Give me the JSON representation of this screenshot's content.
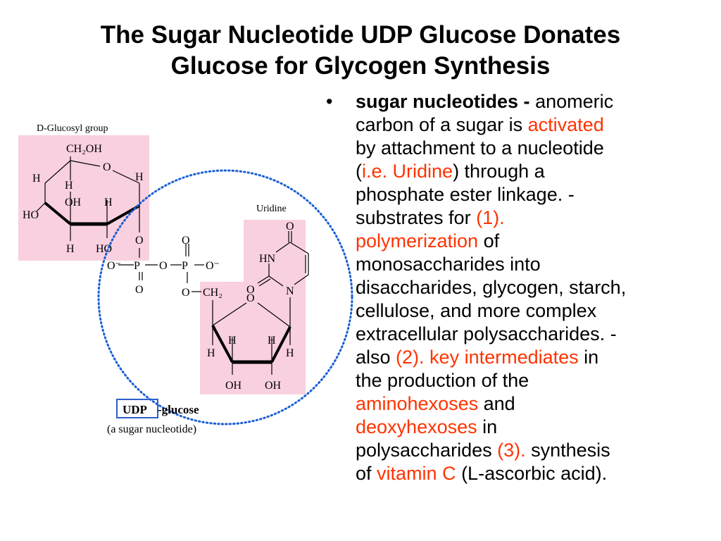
{
  "slide": {
    "title_line1": "The Sugar Nucleotide UDP Glucose Donates",
    "title_line2": "Glucose for Glycogen Synthesis"
  },
  "figure": {
    "glucosyl_label": "D-Glucosyl group",
    "uridine_label": "Uridine",
    "udp_label": "UDP",
    "glucose_suffix": "-glucose",
    "caption": "(a sugar nucleotide)",
    "atoms": {
      "ch2oh": "CH₂OH",
      "ch2": "CH₂",
      "o": "O",
      "h": "H",
      "ho": "HO",
      "oh": "OH",
      "p": "P",
      "o_minus": "O⁻",
      "hn": "HN",
      "n": "N"
    },
    "colors": {
      "highlight_box": "#f9d0e0",
      "circle": "#1a5fd6",
      "udp_box": "#2d5fc8"
    }
  },
  "bullet": {
    "marker": "•",
    "lines": [
      [
        {
          "t": "sugar nucleotides - ",
          "s": "bold"
        },
        {
          "t": "anomeric",
          "s": ""
        }
      ],
      [
        {
          "t": "carbon of a sugar is ",
          "s": ""
        },
        {
          "t": "activated",
          "s": "hl"
        }
      ],
      [
        {
          "t": "by attachment to a nucleotide",
          "s": ""
        }
      ],
      [
        {
          "t": "(",
          "s": ""
        },
        {
          "t": "i.e. Uridine",
          "s": "hl"
        },
        {
          "t": ") through a",
          "s": ""
        }
      ],
      [
        {
          "t": "phosphate ester linkage. -",
          "s": ""
        }
      ],
      [
        {
          "t": "substrates for ",
          "s": ""
        },
        {
          "t": "(1).",
          "s": "hl"
        }
      ],
      [
        {
          "t": "polymerization",
          "s": "hl"
        },
        {
          "t": " of",
          "s": ""
        }
      ],
      [
        {
          "t": "monosaccharides into",
          "s": ""
        }
      ],
      [
        {
          "t": "disaccharides, glycogen, starch,",
          "s": ""
        }
      ],
      [
        {
          "t": "cellulose, and more complex",
          "s": ""
        }
      ],
      [
        {
          "t": "extracellular polysaccharides. -",
          "s": ""
        }
      ],
      [
        {
          "t": "also ",
          "s": ""
        },
        {
          "t": "(2). key intermediates",
          "s": "hl"
        },
        {
          "t": " in",
          "s": ""
        }
      ],
      [
        {
          "t": "the production of the",
          "s": ""
        }
      ],
      [
        {
          "t": "aminohexoses",
          "s": "hl"
        },
        {
          "t": " and",
          "s": ""
        }
      ],
      [
        {
          "t": "deoxyhexoses",
          "s": "hl"
        },
        {
          "t": " in",
          "s": ""
        }
      ],
      [
        {
          "t": "polysaccharides ",
          "s": ""
        },
        {
          "t": "(3).",
          "s": "hl"
        },
        {
          "t": " synthesis",
          "s": ""
        }
      ],
      [
        {
          "t": "of ",
          "s": ""
        },
        {
          "t": "vitamin C",
          "s": "hl"
        },
        {
          "t": " (L-ascorbic acid).",
          "s": ""
        }
      ]
    ]
  }
}
